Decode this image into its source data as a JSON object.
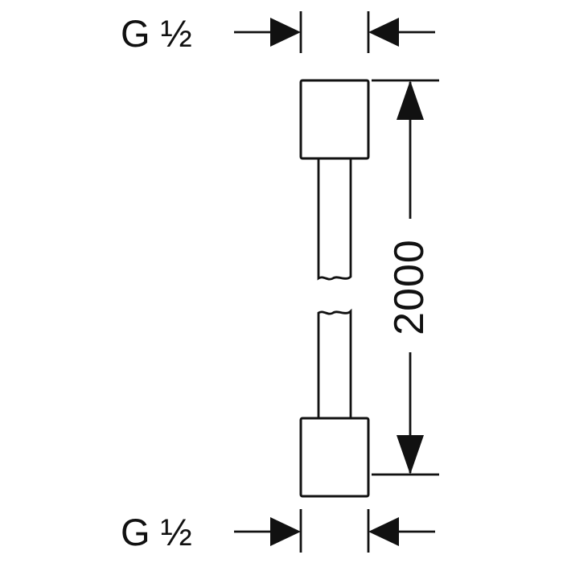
{
  "drawing": {
    "background_color": "#ffffff",
    "line_color": "#111111",
    "labels": {
      "top_thread": "G ½",
      "bottom_thread": "G ½",
      "length": "2000"
    }
  }
}
